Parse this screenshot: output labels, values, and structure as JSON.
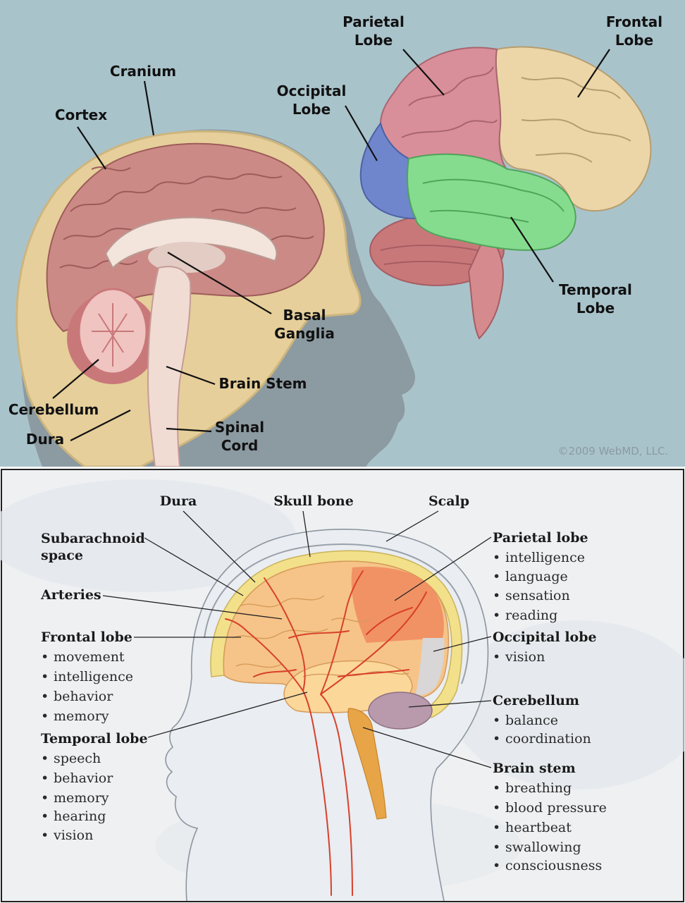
{
  "top_panel": {
    "labels": {
      "cranium": "Cranium",
      "cortex": "Cortex",
      "parietal_lobe": [
        "Parietal",
        "Lobe"
      ],
      "frontal_lobe": [
        "Frontal",
        "Lobe"
      ],
      "occipital_lobe": [
        "Occipital",
        "Lobe"
      ],
      "temporal_lobe": [
        "Temporal",
        "Lobe"
      ],
      "basal_ganglia": [
        "Basal",
        "Ganglia"
      ],
      "brain_stem": "Brain Stem",
      "cerebellum": "Cerebellum",
      "dura": "Dura",
      "spinal_cord": [
        "Spinal",
        "Cord"
      ]
    },
    "copyright": "©2009 WebMD, LLC.",
    "colors": {
      "background": "#a9c3cb",
      "parietal": "#d98f9a",
      "frontal": "#ecd6a8",
      "occipital": "#6f86cc",
      "temporal": "#86dc8e",
      "cerebellum": "#c9787a",
      "cortex": "#cc8a86"
    }
  },
  "bottom_panel": {
    "labels": {
      "dura": "Dura",
      "skull_bone": "Skull bone",
      "scalp": "Scalp",
      "subarachnoid": [
        "Subarachnoid",
        "space"
      ],
      "arteries": "Arteries"
    },
    "left_groups": [
      {
        "title": "Frontal lobe",
        "items": [
          "movement",
          "intelligence",
          "behavior",
          "memory"
        ]
      },
      {
        "title": "Temporal lobe",
        "items": [
          "speech",
          "behavior",
          "memory",
          "hearing",
          "vision"
        ]
      }
    ],
    "right_groups": [
      {
        "title": "Parietal lobe",
        "items": [
          "intelligence",
          "language",
          "sensation",
          "reading"
        ]
      },
      {
        "title": "Occipital lobe",
        "items": [
          "vision"
        ]
      },
      {
        "title": "Cerebellum",
        "items": [
          "balance",
          "coordination"
        ]
      },
      {
        "title": "Brain stem",
        "items": [
          "breathing",
          "blood pressure",
          "heartbeat",
          "swallowing",
          "consciousness"
        ]
      }
    ],
    "bullet": "•",
    "colors": {
      "background": "#eef0f2",
      "brain": "#f6c488",
      "parietal": "#f08a5e",
      "occipital": "#d9d6d8",
      "cerebellum": "#b89aac",
      "brain_stem": "#e8a548",
      "arteries": "#d8402a",
      "skull": "#f3e08a"
    }
  }
}
